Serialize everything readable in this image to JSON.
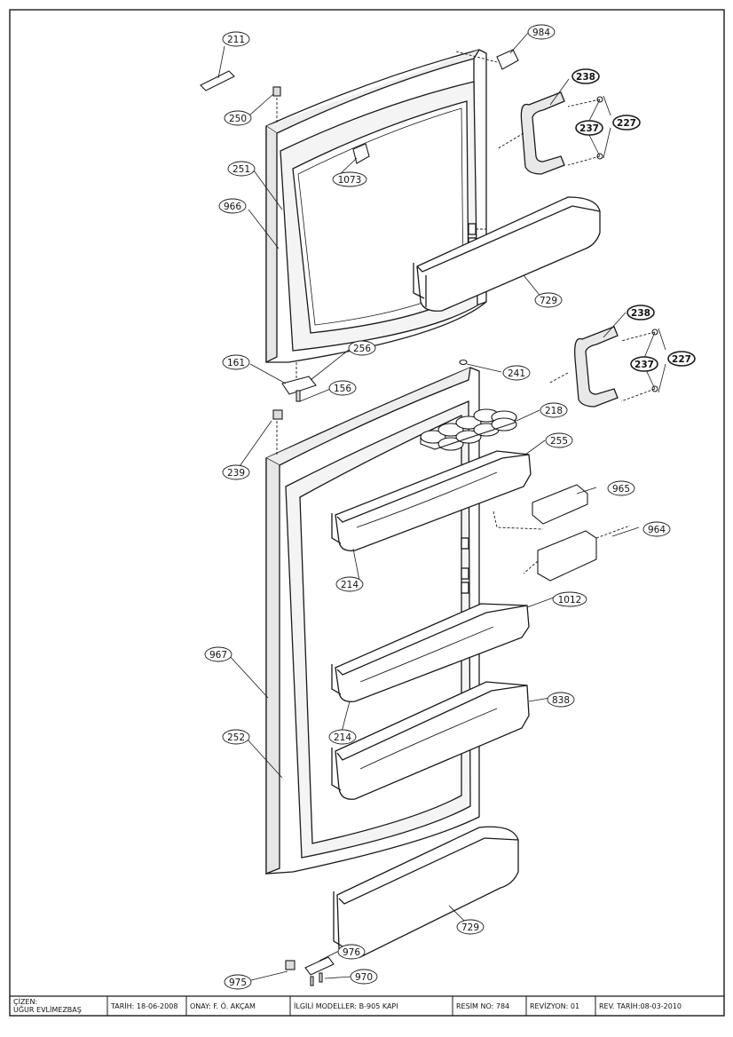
{
  "callouts": [
    {
      "id": "c211",
      "label": "211",
      "bold": false
    },
    {
      "id": "c984",
      "label": "984",
      "bold": false
    },
    {
      "id": "c250",
      "label": "250",
      "bold": false
    },
    {
      "id": "c238a",
      "label": "238",
      "bold": true
    },
    {
      "id": "c237a",
      "label": "237",
      "bold": true
    },
    {
      "id": "c227a",
      "label": "227",
      "bold": true
    },
    {
      "id": "c251",
      "label": "251",
      "bold": false
    },
    {
      "id": "c1073",
      "label": "1073",
      "bold": false
    },
    {
      "id": "c966",
      "label": "966",
      "bold": false
    },
    {
      "id": "c729a",
      "label": "729",
      "bold": false
    },
    {
      "id": "c238b",
      "label": "238",
      "bold": true
    },
    {
      "id": "c237b",
      "label": "237",
      "bold": true
    },
    {
      "id": "c227b",
      "label": "227",
      "bold": true
    },
    {
      "id": "c161",
      "label": "161",
      "bold": false
    },
    {
      "id": "c256",
      "label": "256",
      "bold": false
    },
    {
      "id": "c241",
      "label": "241",
      "bold": false
    },
    {
      "id": "c156",
      "label": "156",
      "bold": false
    },
    {
      "id": "c218",
      "label": "218",
      "bold": false
    },
    {
      "id": "c239",
      "label": "239",
      "bold": false
    },
    {
      "id": "c255",
      "label": "255",
      "bold": false
    },
    {
      "id": "c965",
      "label": "965",
      "bold": false
    },
    {
      "id": "c964",
      "label": "964",
      "bold": false
    },
    {
      "id": "c214a",
      "label": "214",
      "bold": false
    },
    {
      "id": "c1012",
      "label": "1012",
      "bold": false
    },
    {
      "id": "c967",
      "label": "967",
      "bold": false
    },
    {
      "id": "c838",
      "label": "838",
      "bold": false
    },
    {
      "id": "c214b",
      "label": "214",
      "bold": false
    },
    {
      "id": "c252",
      "label": "252",
      "bold": false
    },
    {
      "id": "c729b",
      "label": "729",
      "bold": false
    },
    {
      "id": "c976",
      "label": "976",
      "bold": false
    },
    {
      "id": "c975",
      "label": "975",
      "bold": false
    },
    {
      "id": "c970",
      "label": "970",
      "bold": false
    }
  ],
  "title_block": {
    "drawn_by_label": "ÇİZEN:",
    "drawn_by": "UĞUR EVLİMEZBAŞ",
    "date": "TARİH: 18-06-2008",
    "approved": "ONAY:    F. Ö. AKÇAM",
    "models": "İLGİLİ MODELLER: B-905 KAPI",
    "drawing_no": "RESİM NO: 784",
    "revision": "REVİZYON: 01",
    "revision_date": "REV. TARİH:08-03-2010"
  },
  "colors": {
    "line": "#1a1a1a",
    "fill": "#ffffff",
    "shade": "#d9d9d9",
    "dark_shade": "#9a9a9a"
  }
}
